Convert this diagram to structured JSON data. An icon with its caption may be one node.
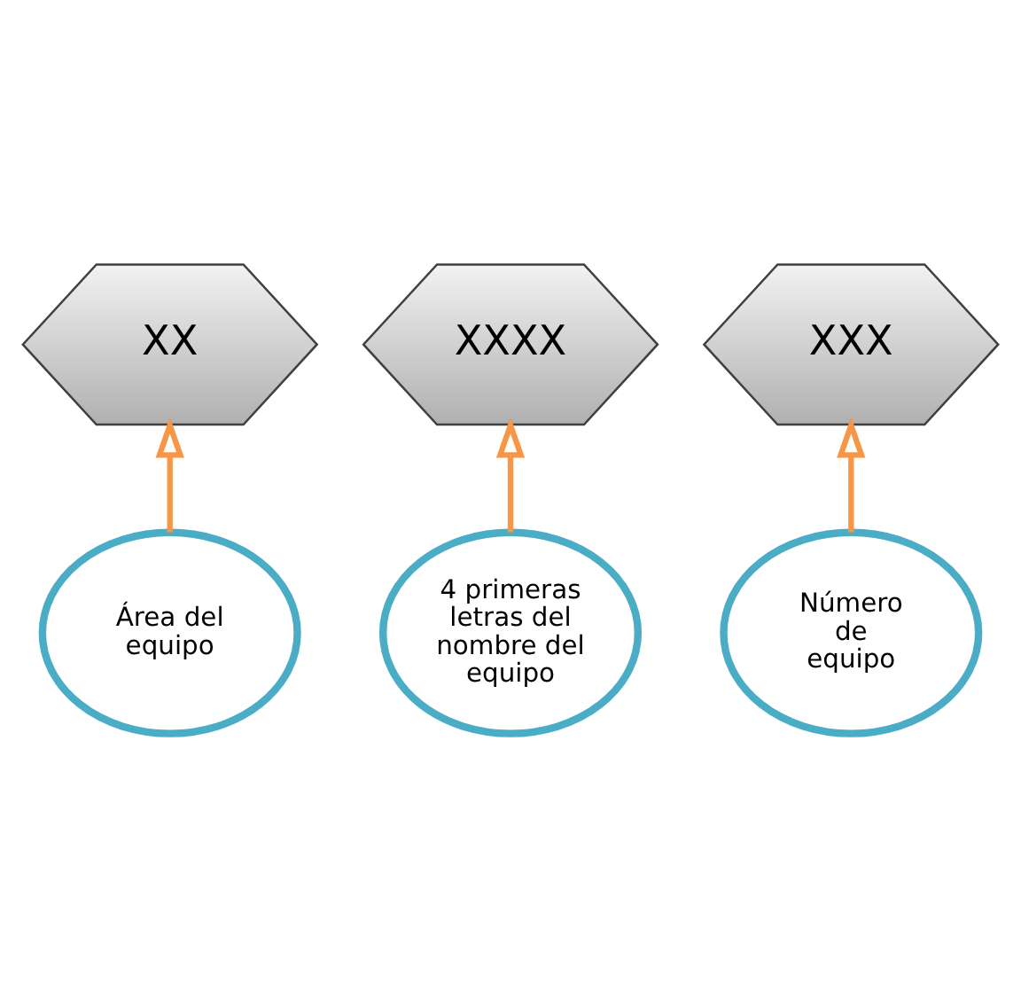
{
  "diagram": {
    "nodes": [
      {
        "text": [
          "XX"
        ]
      },
      {
        "text": [
          "XXXX"
        ]
      },
      {
        "text": [
          "XXX"
        ]
      },
      {
        "text": [
          "Área del equipo"
        ]
      },
      {
        "text": [
          "4 primeras letras del nombre del equipo"
        ]
      },
      {
        "text": [
          "Número de equipo"
        ]
      }
    ],
    "edges": [
      {
        "from": 3,
        "to": 0,
        "arrow": "to"
      },
      {
        "from": 4,
        "to": 1,
        "arrow": "to"
      },
      {
        "from": 5,
        "to": 2,
        "arrow": "to"
      }
    ]
  }
}
